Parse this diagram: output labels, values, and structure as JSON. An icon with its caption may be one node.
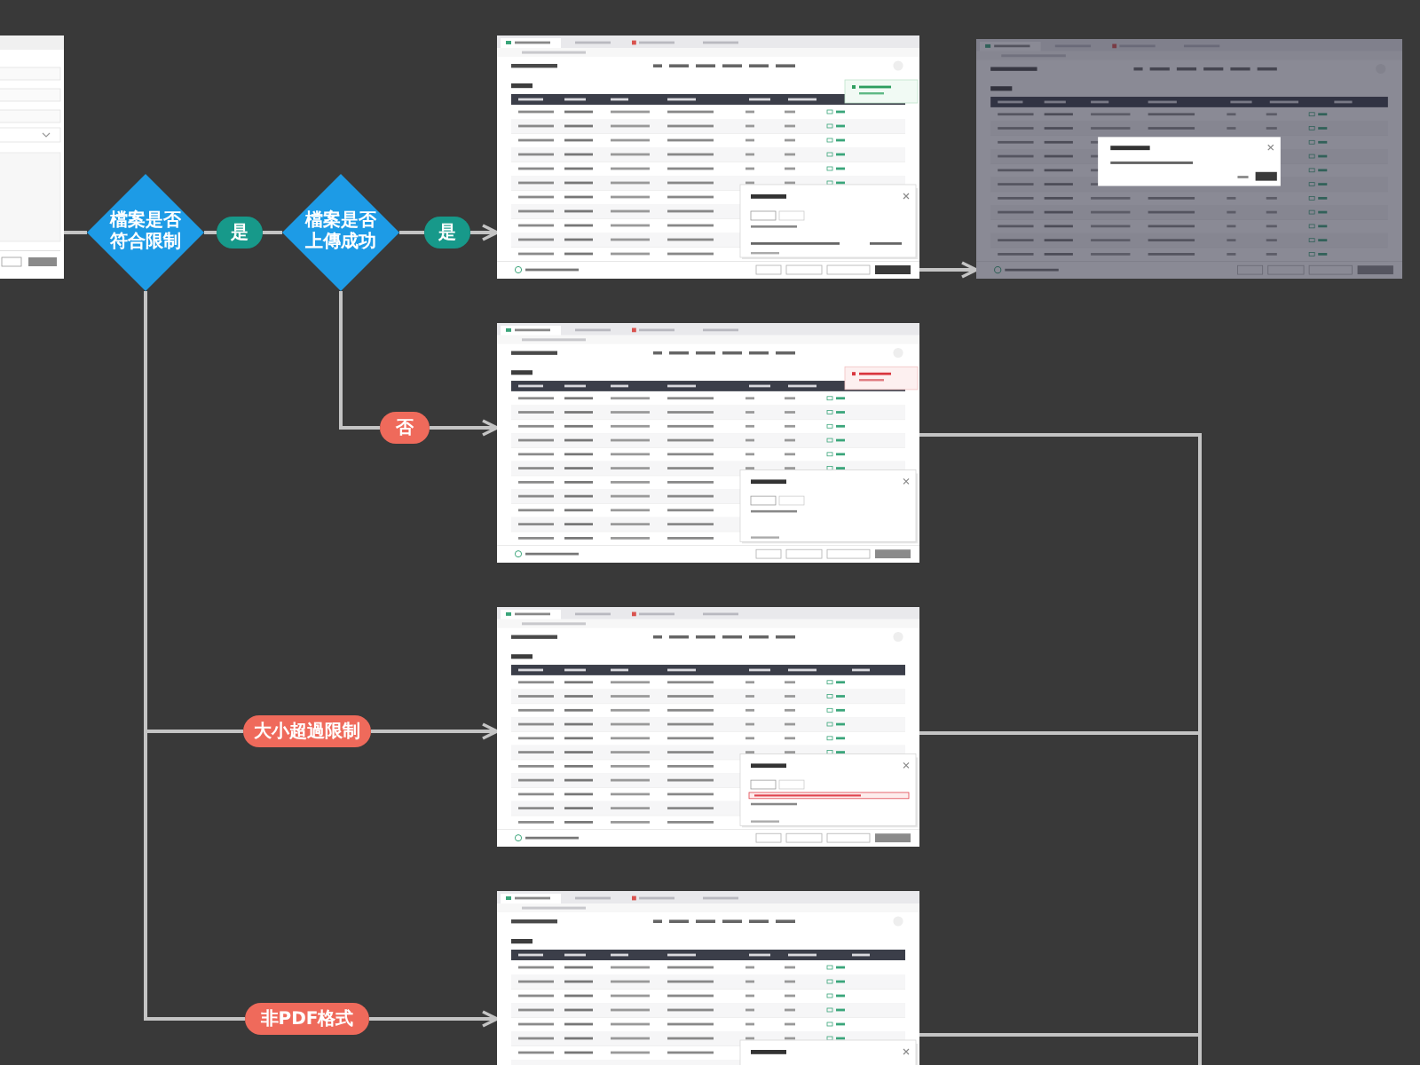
{
  "diagram": {
    "nodes": [
      {
        "text": [],
        "shape": "picture"
      },
      {
        "text": [
          "檔案是否符合限制"
        ]
      },
      {
        "text": [
          "是"
        ]
      },
      {
        "text": [
          "檔案是否上傳成功"
        ]
      },
      {
        "text": [
          "是"
        ]
      },
      {
        "text": [],
        "shape": "picture"
      },
      {
        "text": [],
        "shape": "picture"
      },
      {
        "text": [
          "否"
        ]
      },
      {
        "text": [],
        "shape": "picture"
      },
      {
        "text": [
          "大小超過限制"
        ]
      },
      {
        "text": [],
        "shape": "picture"
      },
      {
        "text": [
          "非PDF格式"
        ]
      },
      {
        "text": [],
        "shape": "picture"
      }
    ],
    "edges": [
      {
        "from": 0,
        "to": 1,
        "arrow": "none"
      },
      {
        "from": 1,
        "to": 2,
        "arrow": "none"
      },
      {
        "from": 2,
        "to": 3,
        "arrow": "none"
      },
      {
        "from": 3,
        "to": 4,
        "arrow": "none"
      },
      {
        "from": 4,
        "to": 5,
        "arrow": "to"
      },
      {
        "from": 5,
        "to": 6,
        "arrow": "to"
      },
      {
        "from": 3,
        "to": 7,
        "arrow": "none"
      },
      {
        "from": 7,
        "to": 8,
        "arrow": "to"
      },
      {
        "from": 1,
        "to": 9,
        "arrow": "none"
      },
      {
        "from": 9,
        "to": 10,
        "arrow": "to"
      },
      {
        "from": 1,
        "to": 11,
        "arrow": "none"
      },
      {
        "from": 11,
        "to": 12,
        "arrow": "to"
      },
      {
        "from": 8,
        "to": null,
        "arrow": "none"
      },
      {
        "from": 10,
        "to": null,
        "arrow": "none"
      },
      {
        "from": 12,
        "to": null,
        "arrow": "none"
      }
    ]
  }
}
